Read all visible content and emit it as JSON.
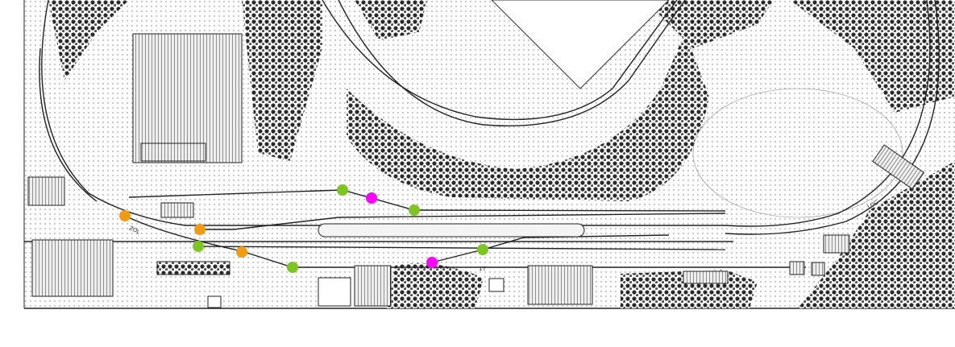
{
  "plan": {
    "labels": {
      "siding": "ZOL",
      "number": "17",
      "tunnel": "LOC"
    }
  },
  "markers": {
    "green": {
      "color": "#7cc522"
    },
    "orange": {
      "color": "#f29b12"
    },
    "magenta": {
      "color": "#ff00ff"
    }
  },
  "colors": {
    "ink": "#222222",
    "paper": "#ffffff",
    "trees": "#3a3a3a"
  }
}
